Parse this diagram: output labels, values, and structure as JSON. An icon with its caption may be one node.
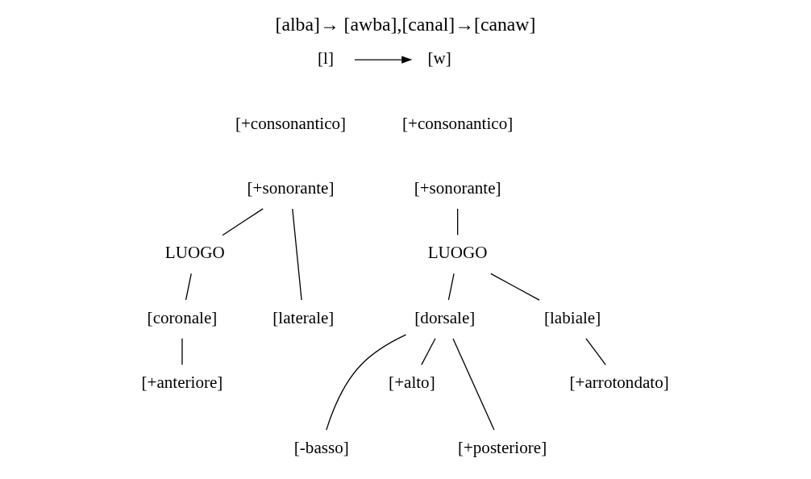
{
  "diagram": {
    "title": "[alba]→ [awba],[canal]→[canaw]",
    "nodes": [
      {
        "text": [
          "[l]"
        ]
      },
      {
        "text": [
          "[+consonantico]"
        ]
      },
      {
        "text": [
          "[+sonorante]"
        ]
      },
      {
        "text": [
          "LUOGO"
        ]
      },
      {
        "text": [
          "[laterale]"
        ]
      },
      {
        "text": [
          "[coronale]"
        ]
      },
      {
        "text": [
          "[+anteriore]"
        ]
      },
      {
        "text": [
          "[w]"
        ]
      },
      {
        "text": [
          "[+consonantico]"
        ]
      },
      {
        "text": [
          "[+sonorante]"
        ]
      },
      {
        "text": [
          "LUOGO"
        ]
      },
      {
        "text": [
          "[dorsale]"
        ]
      },
      {
        "text": [
          "[labiale]"
        ]
      },
      {
        "text": [
          "[-basso]"
        ]
      },
      {
        "text": [
          "[+alto]"
        ]
      },
      {
        "text": [
          "[+posteriore]"
        ]
      },
      {
        "text": [
          "[+arrotondato]"
        ]
      }
    ],
    "edges": [
      {
        "from": 0,
        "to": 7,
        "arrow": "to"
      },
      {
        "from": 2,
        "to": 3,
        "arrow": "none"
      },
      {
        "from": 2,
        "to": 4,
        "arrow": "none"
      },
      {
        "from": 3,
        "to": 5,
        "arrow": "none"
      },
      {
        "from": 5,
        "to": 6,
        "arrow": "none"
      },
      {
        "from": 9,
        "to": 10,
        "arrow": "none"
      },
      {
        "from": 10,
        "to": 11,
        "arrow": "none"
      },
      {
        "from": 10,
        "to": 12,
        "arrow": "none"
      },
      {
        "from": 11,
        "to": 13,
        "arrow": "none"
      },
      {
        "from": 11,
        "to": 14,
        "arrow": "none"
      },
      {
        "from": 11,
        "to": 15,
        "arrow": "none"
      },
      {
        "from": 12,
        "to": 16,
        "arrow": "none"
      }
    ]
  }
}
